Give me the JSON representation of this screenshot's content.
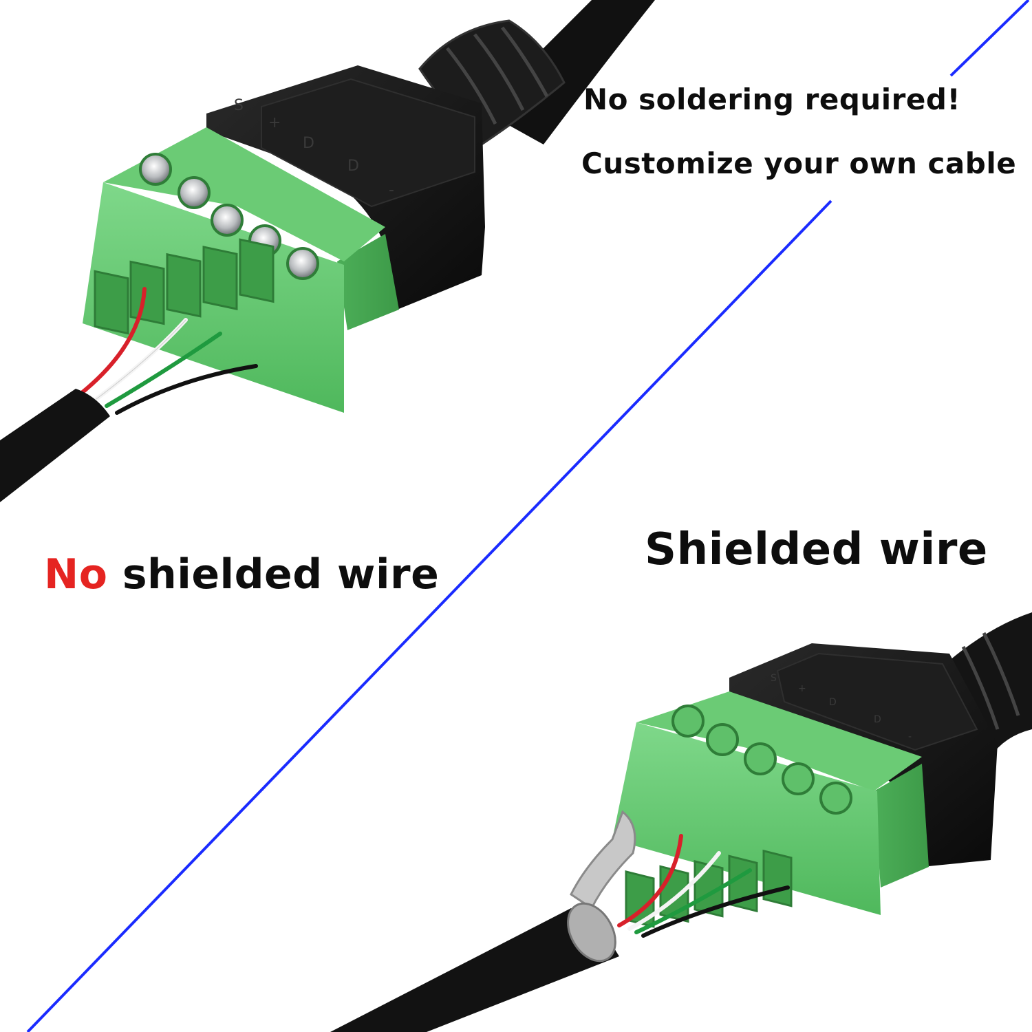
{
  "captions": {
    "no_soldering": "No soldering required!",
    "customize": "Customize your own cable",
    "no_word": "No",
    "no_shielded_rest": " shielded wire",
    "shielded": "Shielded wire"
  },
  "connector_labels": {
    "top": [
      "S",
      "+",
      "D",
      "D",
      "-"
    ],
    "bottom": [
      "S",
      "+",
      "D",
      "D",
      "-"
    ]
  },
  "colors": {
    "divider_line": "#1a2bff",
    "terminal_green": "#5ec768",
    "housing_black": "#151515",
    "wire_red": "#d8202a",
    "wire_white": "#f4f4f4",
    "wire_green": "#1f9a3f",
    "wire_black": "#111111",
    "accent_red_text": "#e52421"
  }
}
